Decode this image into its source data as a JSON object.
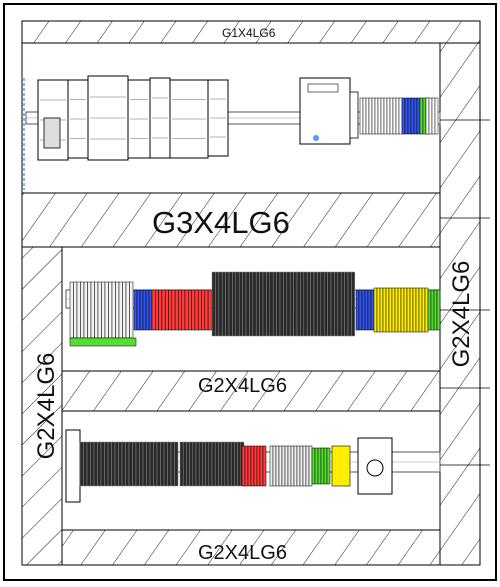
{
  "labels": {
    "top_duct": "G1X4LG6",
    "middle_duct": "G3X4LG6",
    "row_duct": "G2X4LG6",
    "bottom_duct": "G2X4LG6",
    "left_duct": "G2X4LG6",
    "right_duct": "G2X4LG6"
  },
  "colors": {
    "outline": "#000000",
    "hatch": "#222222",
    "rail": "#c8c8c8",
    "terminal_grey": "#cfcfcf",
    "terminal_blue": "#3355ee",
    "terminal_red": "#ff3b3b",
    "terminal_yellow": "#ffee00",
    "terminal_green": "#55dd33",
    "terminal_black": "#2a2a2a",
    "accent_blue": "#5599ff"
  }
}
